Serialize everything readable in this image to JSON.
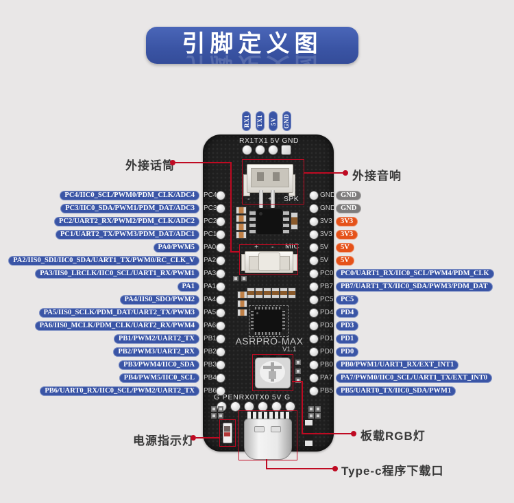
{
  "title": {
    "text": "引脚定义图"
  },
  "annotations": {
    "external_mic": "外接话筒",
    "external_speaker": "外接音响",
    "power_indicator": "电源指示灯",
    "onboard_rgb": "板载RGB灯",
    "typec_port": "Type-c程序下载口"
  },
  "board": {
    "name": "ASRPRO-MAX",
    "version": "V1.1",
    "top_silk": "RX1TX1 5V GND",
    "bottom_silk": "G PENRX0TX0 5V G",
    "spk_minus": "-",
    "spk_plus": "+",
    "spk_label": "SPK",
    "mic_plus": "+",
    "mic_minus": "-",
    "mic_label": "MIC",
    "top_badges": [
      "RX1",
      "TX1",
      "5V",
      "GND"
    ]
  },
  "left_pins": [
    {
      "pin": "PC4",
      "label": "PC4/IIC0_SCL/PWM0/PDM_CLK/ADC4"
    },
    {
      "pin": "PC3",
      "label": "PC3/IIC0_SDA/PWM1/PDM_DAT/ADC3"
    },
    {
      "pin": "PC2",
      "label": "PC2/UART2_RX/PWM2/PDM_CLK/ADC2"
    },
    {
      "pin": "PC1",
      "label": "PC1/UART2_TX/PWM3/PDM_DAT/ADC1"
    },
    {
      "pin": "PA0",
      "label": "PA0/PWM5"
    },
    {
      "pin": "PA2",
      "label": "PA2/IIS0_SDI/IIC0_SDA/UART1_TX/PWM0/RC_CLK_V"
    },
    {
      "pin": "PA3",
      "label": "PA3/IIS0_LRCLK/IIC0_SCL/UART1_RX/PWM1"
    },
    {
      "pin": "PA1",
      "label": "PA1"
    },
    {
      "pin": "PA4",
      "label": "PA4/IIS0_SDO/PWM2"
    },
    {
      "pin": "PA5",
      "label": "PA5/IIS0_SCLK/PDM_DAT/UART2_TX/PWM3"
    },
    {
      "pin": "PA6",
      "label": "PA6/IIS0_MCLK/PDM_CLK/UART2_RX/PWM4"
    },
    {
      "pin": "PB1",
      "label": "PB1/PWM2/UART2_TX"
    },
    {
      "pin": "PB2",
      "label": "PB2/PWM3/UART2_RX"
    },
    {
      "pin": "PB3",
      "label": "PB3/PWM4/IIC0_SDA"
    },
    {
      "pin": "PB4",
      "label": "PB4/PWM5/IIC0_SCL"
    },
    {
      "pin": "PB6",
      "label": "PB6/UART0_RX/IIC0_SCL/PWM2/UART2_TX"
    }
  ],
  "right_pins": [
    {
      "pin": "GND",
      "label": "GND",
      "type": "gnd"
    },
    {
      "pin": "GND",
      "label": "GND",
      "type": "gnd"
    },
    {
      "pin": "3V3",
      "label": "3V3",
      "type": "pwr"
    },
    {
      "pin": "3V3",
      "label": "3V3",
      "type": "pwr"
    },
    {
      "pin": "5V",
      "label": "5V",
      "type": "pwr"
    },
    {
      "pin": "5V",
      "label": "5V",
      "type": "pwr"
    },
    {
      "pin": "PC0",
      "label": "PC0/UART1_RX/IIC0_SCL/PWM4/PDM_CLK",
      "type": "io"
    },
    {
      "pin": "PB7",
      "label": "PB7/UART1_TX/IIC0_SDA/PWM3/PDM_DAT",
      "type": "io"
    },
    {
      "pin": "PC5",
      "label": "PC5",
      "type": "io"
    },
    {
      "pin": "PD4",
      "label": "PD4",
      "type": "io"
    },
    {
      "pin": "PD3",
      "label": "PD3",
      "type": "io"
    },
    {
      "pin": "PD1",
      "label": "PD1",
      "type": "io"
    },
    {
      "pin": "PD0",
      "label": "PD0",
      "type": "io"
    },
    {
      "pin": "PB0",
      "label": "PB0/PWM1/UART1_RX/EXT_INT1",
      "type": "io"
    },
    {
      "pin": "PA7",
      "label": "PA7/PWM0/IIC0_SCL/UART1_TX/EXT_INT0",
      "type": "io"
    },
    {
      "pin": "PB5",
      "label": "PB5/UART0_TX/IIC0_SDA/PWM1",
      "type": "io"
    }
  ],
  "colors": {
    "badge_blue": "#3a55a6",
    "badge_orange": "#e5521a",
    "badge_gray": "#7d7b7b",
    "annotation_red": "#bf0a22",
    "banner_blue": "#3a54a4",
    "background": "#e9e7e7",
    "board_black": "#1f1f1f"
  }
}
